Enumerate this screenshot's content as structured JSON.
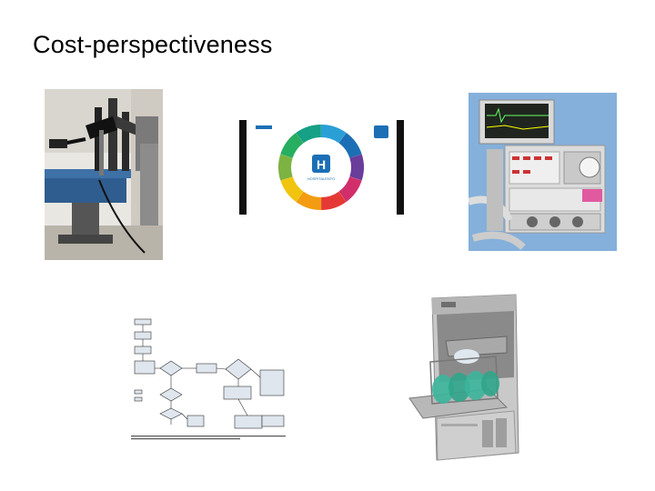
{
  "slide": {
    "title": "Cost-perspectiveness"
  },
  "images": {
    "robot": "surgical-robot-photo",
    "logo": "hospital-logo-graphic",
    "anesthesia": "anesthesia-machine-photo",
    "flowchart": "decision-flowchart-diagram",
    "washer": "washer-disinfector-photo"
  },
  "logo_graphic": {
    "brand_text": "HOSPITALENTO"
  },
  "colors": {
    "ring_segments": [
      "#2a9fd6",
      "#1c6fb5",
      "#6a3d9a",
      "#d12f6b",
      "#e53935",
      "#f39c12",
      "#f1c40f",
      "#7cb342",
      "#27ae60",
      "#16a085"
    ]
  }
}
